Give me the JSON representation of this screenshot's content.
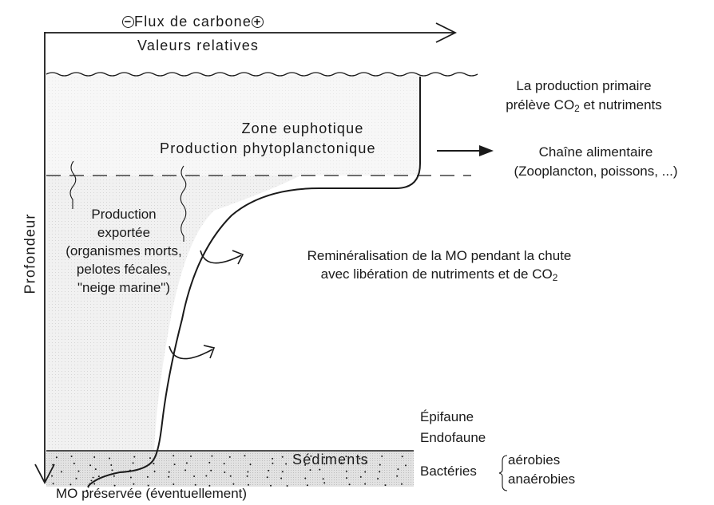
{
  "axes": {
    "x_title_minus_symbol": "−",
    "x_title": "Flux de carbone",
    "x_title_plus_symbol": "+",
    "x_subtitle": "Valeurs relatives",
    "y_title": "Profondeur"
  },
  "zones": {
    "euphotic_title": "Zone euphotique",
    "euphotic_subtitle": "Production phytoplanctonique",
    "exported_lines": [
      "Production",
      "exportée",
      "(organismes morts,",
      "pelotes fécales,",
      "\"neige marine\")"
    ],
    "sediments": "Sédiments"
  },
  "annotations": {
    "primary_production_line1": "La production primaire",
    "primary_production_line2_pre": "prélève CO",
    "primary_production_line2_sub": "2",
    "primary_production_line2_post": " et nutriments",
    "food_chain_line1": "Chaîne alimentaire",
    "food_chain_line2": "(Zooplancton, poissons, ...)",
    "remineralisation_line1": "Reminéralisation de la MO pendant la chute",
    "remineralisation_line2_pre": "avec libération de nutriments et de CO",
    "remineralisation_line2_sub": "2",
    "epifaune": "Épifaune",
    "endofaune": "Endofaune",
    "bacteries": "Bactéries",
    "aerobies": "aérobies",
    "anaerobies": "anaérobies",
    "preserved_om": "MO préservée (éventuellement)"
  },
  "colors": {
    "ink": "#1a1a1a",
    "water_shade": "#ececec",
    "sediment_shade": "#d9d9d9"
  }
}
